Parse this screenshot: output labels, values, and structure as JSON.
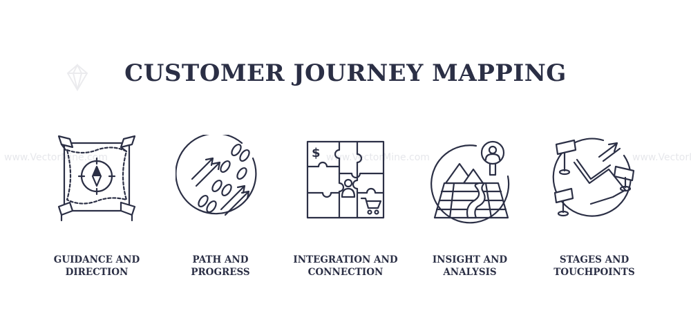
{
  "title": "CUSTOMER JOURNEY MAPPING",
  "watermark": "www.VectorMine.com",
  "colors": {
    "ink": "#2b2f45",
    "background": "#ffffff"
  },
  "items": [
    {
      "icon": "compass-map-icon",
      "line1": "GUIDANCE AND",
      "line2": "DIRECTION"
    },
    {
      "icon": "footsteps-arrows-icon",
      "line1": "PATH AND",
      "line2": "PROGRESS"
    },
    {
      "icon": "puzzle-icon",
      "line1": "INTEGRATION AND",
      "line2": "CONNECTION"
    },
    {
      "icon": "pyramid-map-icon",
      "line1": "INSIGHT AND",
      "line2": "ANALYSIS"
    },
    {
      "icon": "route-flags-icon",
      "line1": "STAGES AND",
      "line2": "TOUCHPOINTS"
    }
  ]
}
